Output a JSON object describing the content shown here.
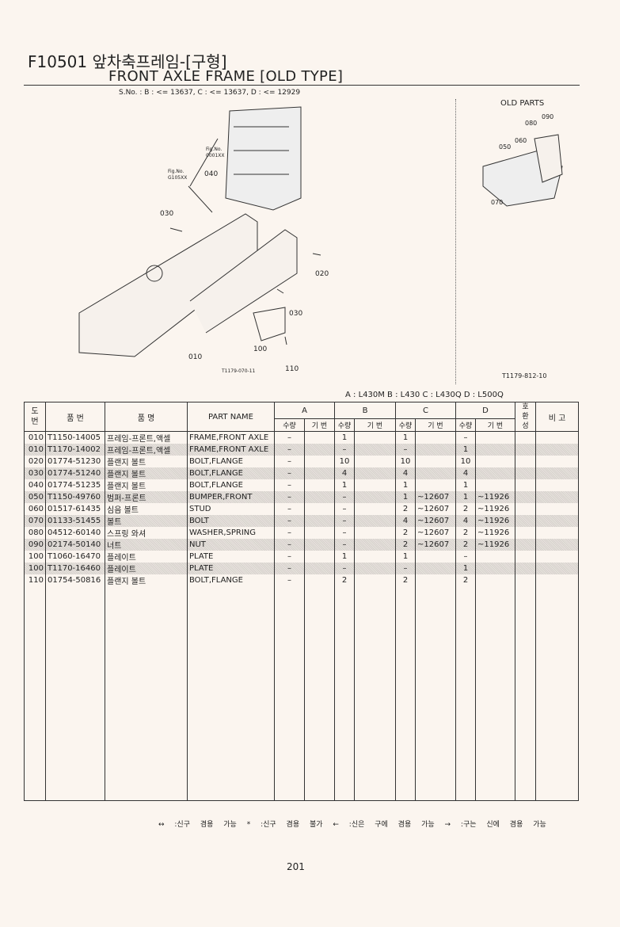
{
  "header": {
    "title_ko": "F10501 앞차축프레임-[구형]",
    "title_en": "FRONT AXLE FRAME [OLD TYPE]",
    "serial": "S.No. :  B : <= 13637,   C : <= 13637,   D : <= 12929"
  },
  "diagram": {
    "fig1": "Fig.No.",
    "fig1_no": "0001XX",
    "fig2": "Fig.No.",
    "fig2_no": "G105XX",
    "callouts": [
      "040",
      "030",
      "020",
      "030",
      "100",
      "010",
      "110"
    ],
    "code": "T1179-070-11"
  },
  "old_parts": {
    "title": "OLD PARTS",
    "callouts": [
      "090",
      "080",
      "060",
      "050",
      "070"
    ],
    "code": "T1179-812-10"
  },
  "models": "A : L430M   B : L430   C : L430Q   D : L500Q",
  "table": {
    "headers": {
      "no": "도\n번",
      "part_no": "품  번",
      "name_ko": "품  명",
      "part_name": "PART NAME",
      "A": "A",
      "B": "B",
      "C": "C",
      "D": "D",
      "qty": "수량",
      "serial": "기 번",
      "interchange": "호\n환\n성",
      "remarks": "비  고"
    },
    "rows": [
      [
        "010",
        "T1150-14005",
        "프레임-프론트,액셀",
        "FRAME,FRONT AXLE",
        "–",
        "",
        "1",
        "",
        "1",
        "",
        "–",
        ""
      ],
      [
        "010",
        "T1170-14002",
        "프레임-프론트,액셀",
        "FRAME,FRONT AXLE",
        "–",
        "",
        "–",
        "",
        "–",
        "",
        "1",
        ""
      ],
      [
        "020",
        "01774-51230",
        "플랜지 볼트",
        "BOLT,FLANGE",
        "–",
        "",
        "10",
        "",
        "10",
        "",
        "10",
        ""
      ],
      [
        "030",
        "01774-51240",
        "플랜지 볼트",
        "BOLT,FLANGE",
        "–",
        "",
        "4",
        "",
        "4",
        "",
        "4",
        ""
      ],
      [
        "040",
        "01774-51235",
        "플랜지 볼트",
        "BOLT,FLANGE",
        "–",
        "",
        "1",
        "",
        "1",
        "",
        "1",
        ""
      ],
      [
        "050",
        "T1150-49760",
        "범퍼-프론트",
        "BUMPER,FRONT",
        "–",
        "",
        "–",
        "",
        "1",
        "~12607",
        "1",
        "~11926"
      ],
      [
        "060",
        "01517-61435",
        "심음 볼트",
        "STUD",
        "–",
        "",
        "–",
        "",
        "2",
        "~12607",
        "2",
        "~11926"
      ],
      [
        "070",
        "01133-51455",
        "볼트",
        "BOLT",
        "–",
        "",
        "–",
        "",
        "4",
        "~12607",
        "4",
        "~11926"
      ],
      [
        "080",
        "04512-60140",
        "스프링 와셔",
        "WASHER,SPRING",
        "–",
        "",
        "–",
        "",
        "2",
        "~12607",
        "2",
        "~11926"
      ],
      [
        "090",
        "02174-50140",
        "너트",
        "NUT",
        "–",
        "",
        "–",
        "",
        "2",
        "~12607",
        "2",
        "~11926"
      ],
      [
        "100",
        "T1060-16470",
        "플레이트",
        "PLATE",
        "–",
        "",
        "1",
        "",
        "1",
        "",
        "–",
        ""
      ],
      [
        "100",
        "T1170-16460",
        "플레이트",
        "PLATE",
        "–",
        "",
        "–",
        "",
        "–",
        "",
        "1",
        ""
      ],
      [
        "110",
        "01754-50816",
        "플랜지 볼트",
        "BOLT,FLANGE",
        "–",
        "",
        "2",
        "",
        "2",
        "",
        "2",
        ""
      ]
    ]
  },
  "footer": {
    "legend": [
      "↔ :신구 겸용 가능",
      "* :신구 겸용 불가",
      "← :신은 구에 겸용 가능",
      "→ :구는 신에 겸용 가능"
    ],
    "page": "201"
  }
}
